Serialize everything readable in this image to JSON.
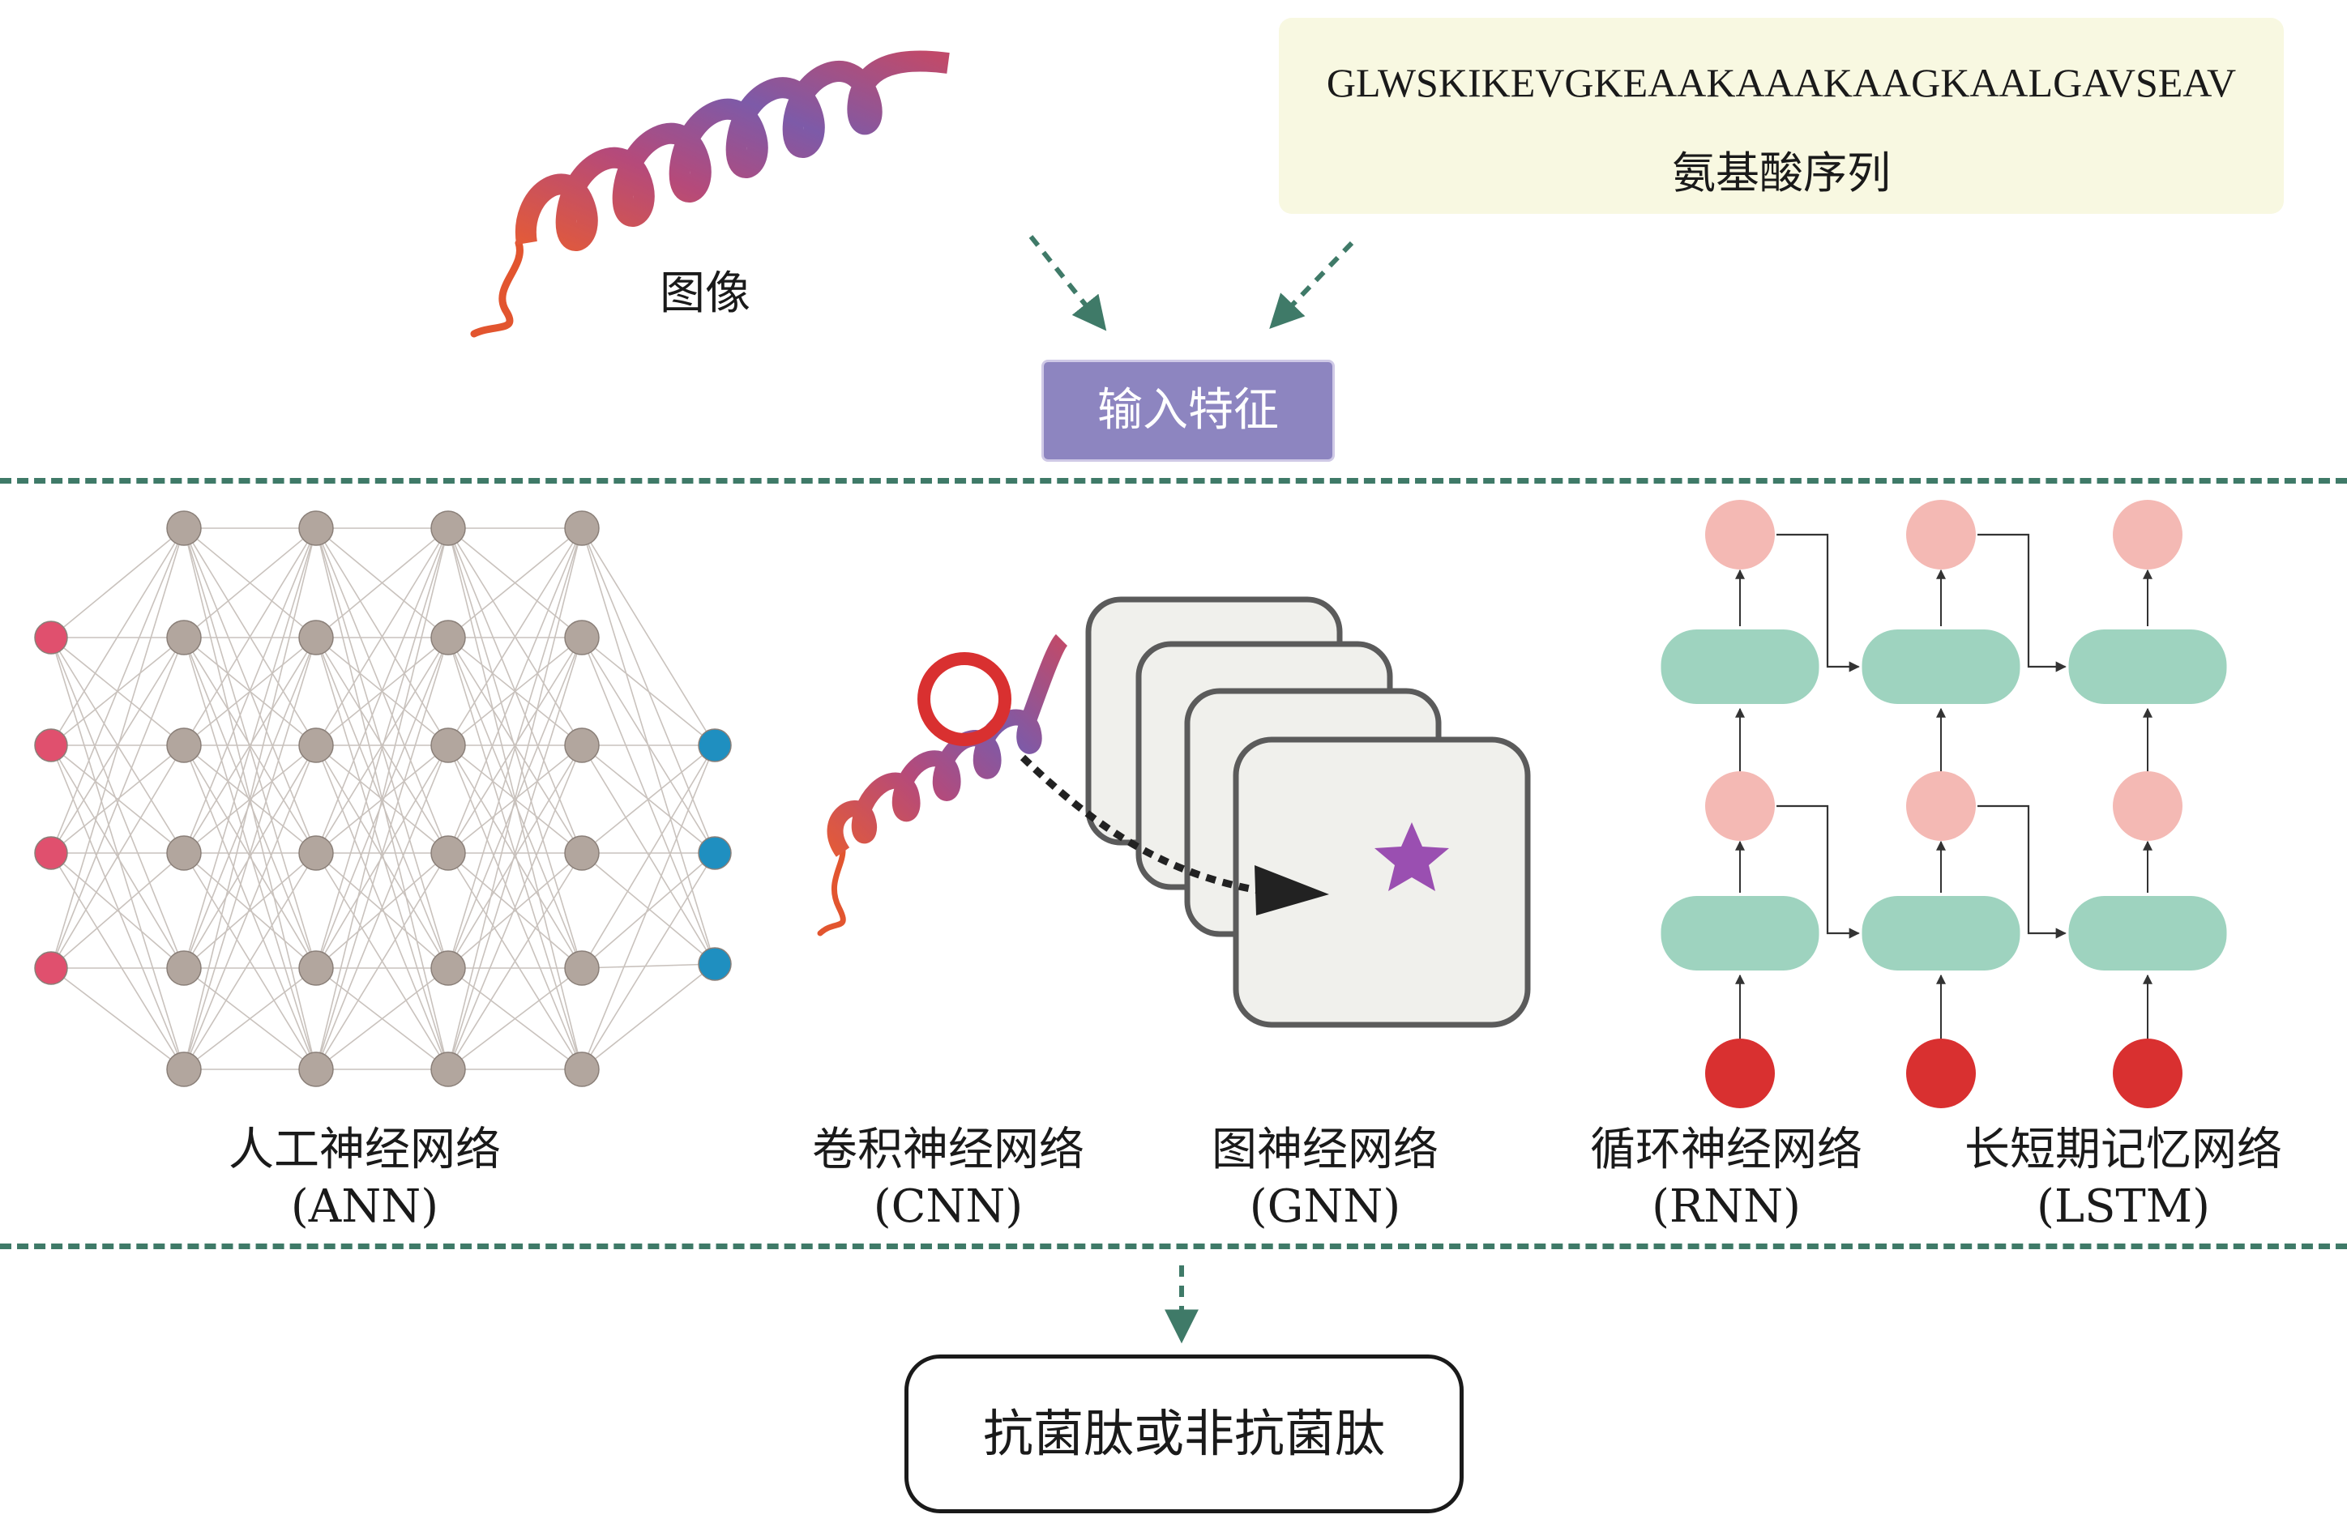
{
  "top": {
    "image_label": "图像",
    "sequence": "GLWSKIKEVGKEAAKAAAKAAGKAALGAVSEAV",
    "sequence_label": "氨基酸序列",
    "input_features": "输入特征"
  },
  "models": [
    {
      "name": "人工神经网络",
      "abbr": "(ANN)"
    },
    {
      "name": "卷积神经网络",
      "abbr": "(CNN)"
    },
    {
      "name": "图神经网络",
      "abbr": "(GNN)"
    },
    {
      "name": "循环神经网络",
      "abbr": "(RNN)"
    },
    {
      "name": "长短期记忆网络",
      "abbr": "(LSTM)"
    }
  ],
  "output": {
    "label": "抗菌肽或非抗菌肽"
  },
  "ann": {
    "layer_sizes": [
      4,
      6,
      6,
      6,
      6,
      3
    ]
  },
  "colors": {
    "ann_input": "#e0506e",
    "ann_hidden": "#b2a69e",
    "ann_output": "#1f8fc0",
    "rnn_cell": "#9ed3bf",
    "rnn_hidden": "#f4b9b4",
    "rnn_input": "#d93030",
    "input_box": "#8d85c0",
    "sequence_box": "#f8f8e1",
    "divider": "#3f7a68",
    "gnn_star": "#9a4fb1",
    "cnn_circle": "#d93030"
  }
}
